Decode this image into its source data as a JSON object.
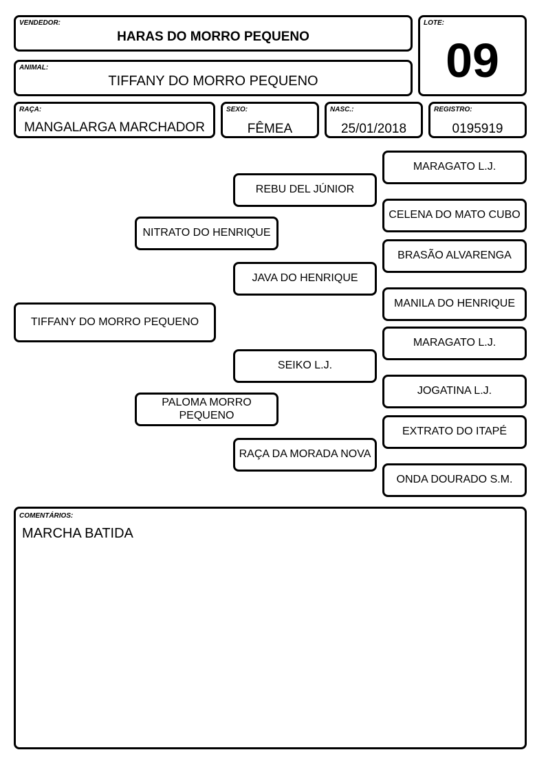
{
  "header": {
    "vendedor": {
      "label": "VENDEDOR:",
      "value": "HARAS DO MORRO PEQUENO"
    },
    "lote": {
      "label": "LOTE:",
      "value": "09"
    },
    "animal": {
      "label": "ANIMAL:",
      "value": "TIFFANY DO MORRO PEQUENO"
    },
    "raca": {
      "label": "RAÇA:",
      "value": "MANGALARGA MARCHADOR"
    },
    "sexo": {
      "label": "SEXO:",
      "value": "FÊMEA"
    },
    "nasc": {
      "label": "NASC.:",
      "value": "25/01/2018"
    },
    "registro": {
      "label": "REGISTRO:",
      "value": "0195919"
    }
  },
  "pedigree": {
    "animal": "TIFFANY DO MORRO PEQUENO",
    "sire": "NITRATO DO HENRIQUE",
    "dam": "PALOMA MORRO PEQUENO",
    "sire_sire": "REBU DEL JÚNIOR",
    "sire_dam": "JAVA DO HENRIQUE",
    "dam_sire": "SEIKO L.J.",
    "dam_dam": "RAÇA DA MORADA NOVA",
    "ggp": [
      "MARAGATO L.J.",
      "CELENA DO MATO CUBO",
      "BRASÃO ALVARENGA",
      "MANILA DO HENRIQUE",
      "MARAGATO L.J.",
      "JOGATINA L.J.",
      "EXTRATO DO ITAPÉ",
      "ONDA DOURADO S.M."
    ]
  },
  "comments": {
    "label": "COMENTÁRIOS:",
    "value": "MARCHA BATIDA"
  }
}
